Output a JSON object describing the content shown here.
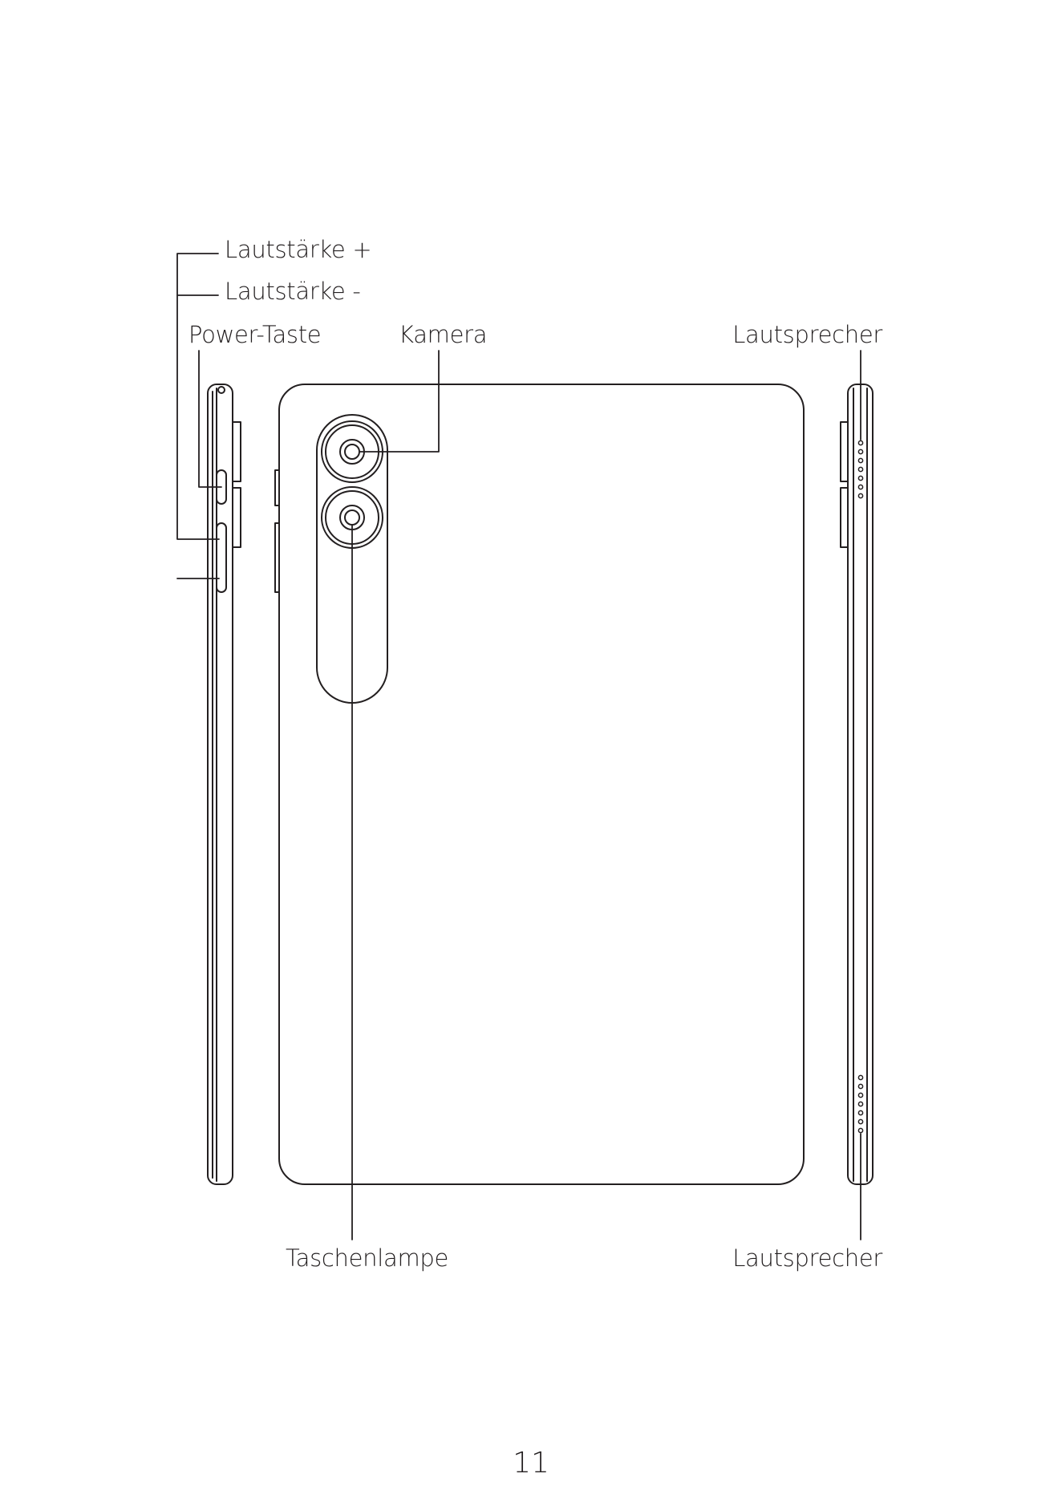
{
  "labels": {
    "volume_up": "Lautstärke +",
    "volume_down": "Lautstärke -",
    "power_button": "Power-Taste",
    "camera": "Kamera",
    "speaker_top": "Lautsprecher",
    "flashlight": "Taschenlampe",
    "speaker_bottom": "Lautsprecher"
  },
  "page_number": "11",
  "colors": {
    "line": "#231f20",
    "background": "#ffffff"
  }
}
